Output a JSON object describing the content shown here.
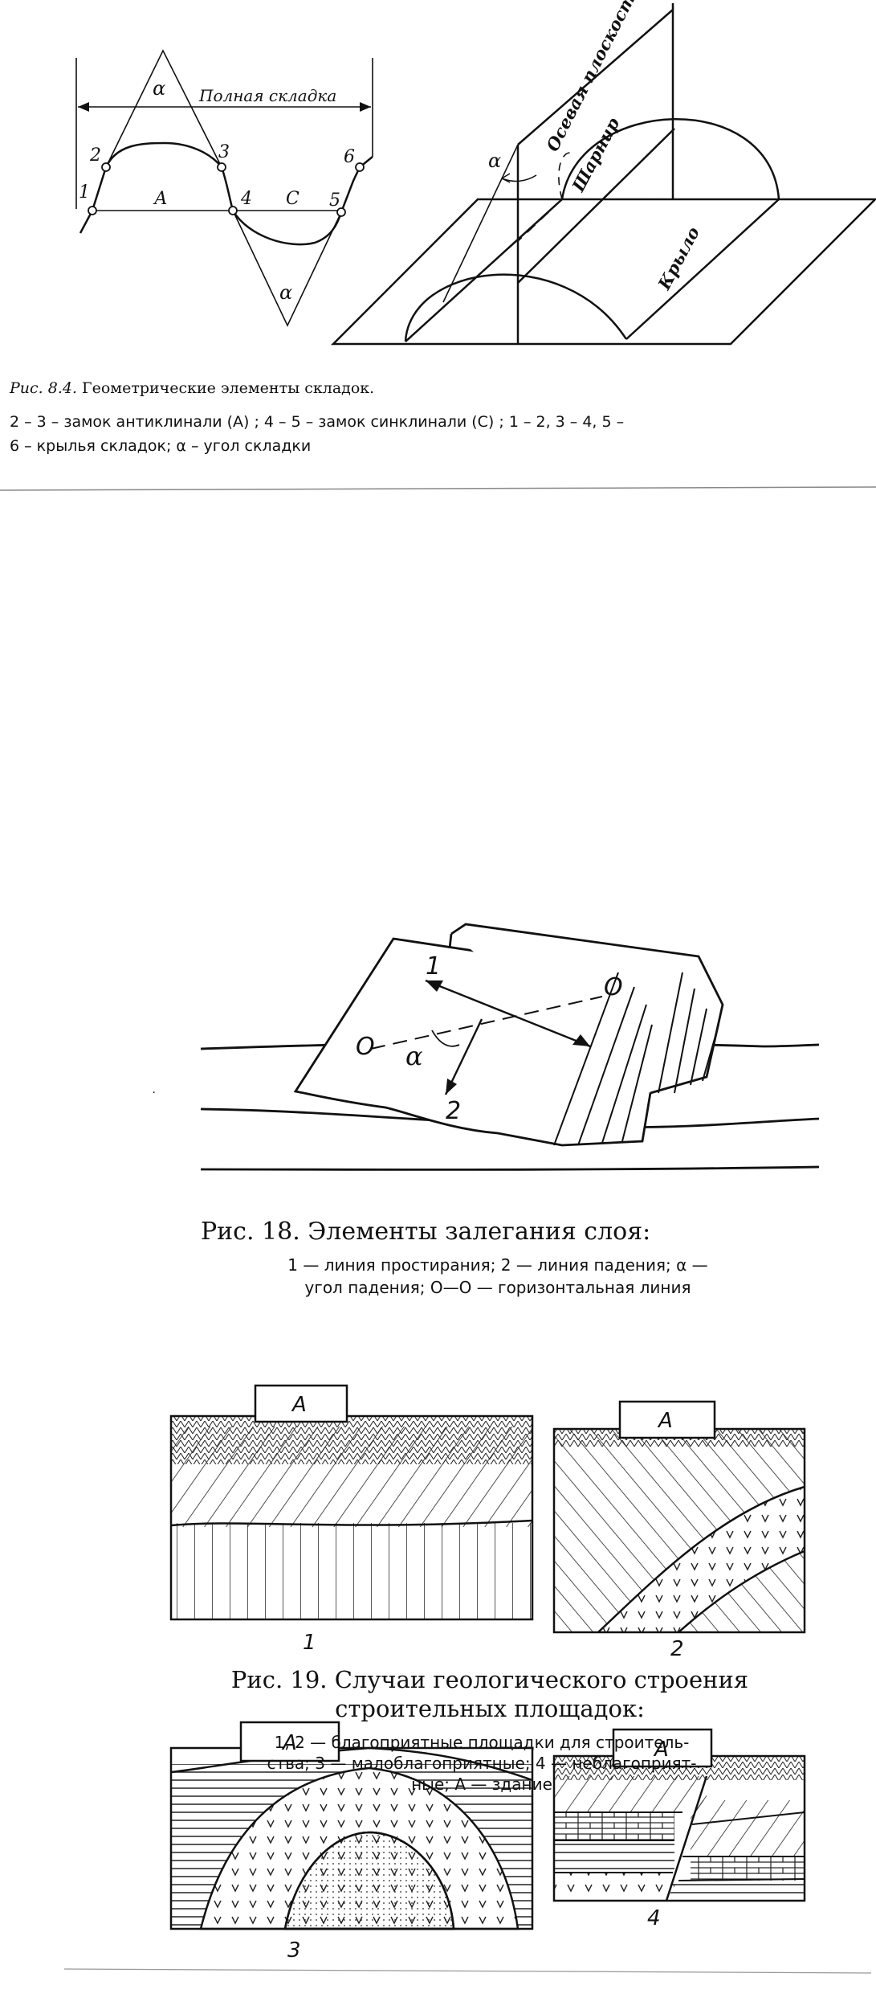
{
  "fig84": {
    "caption_label": "Рис. 8.4.",
    "caption_text": "Геометрические элементы складок.",
    "legend_line1": "2 – 3  – замок  антиклинали (А) ;  4 – 5 – замок синклинали (С) ;  1 – 2, 3 – 4, 5 –",
    "legend_line2": "6 – крылья складок;  α – угол складки",
    "labels": {
      "full_fold": "Полная складка",
      "alpha": "α",
      "p1": "1",
      "p2": "2",
      "p3": "3",
      "p4": "4",
      "p5": "5",
      "p6": "6",
      "A": "А",
      "C": "С",
      "axial_plane": "Осевая плоскость",
      "hinge": "Шарнир",
      "limb": "Крыло"
    }
  },
  "fig18": {
    "caption": "Рис.  18.  Элементы  залегания  слоя:",
    "legend_line1": "1 — линия  простирания;  2 — линия  падения;  α —",
    "legend_line2": "угол  падения;  О—О — горизонтальная  линия",
    "labels": {
      "l1": "1",
      "l2": "2",
      "O_left": "О",
      "O_right": "О",
      "alpha": "α"
    }
  },
  "fig19": {
    "caption_line1": "Рис.  19.  Случаи  геологического  строения",
    "caption_line2": "строительных  площадок:",
    "legend_line1": "1,  2 — благоприятные  площадки  для  строитель-",
    "legend_line2": "ства;   3 — малоблагоприятные;   4 — неблагоприят-",
    "legend_line3": "ные;  А — здание",
    "panels": [
      {
        "num": "1",
        "building": "А"
      },
      {
        "num": "2",
        "building": "А"
      },
      {
        "num": "3",
        "building": "А"
      },
      {
        "num": "4",
        "building": "А"
      }
    ]
  }
}
